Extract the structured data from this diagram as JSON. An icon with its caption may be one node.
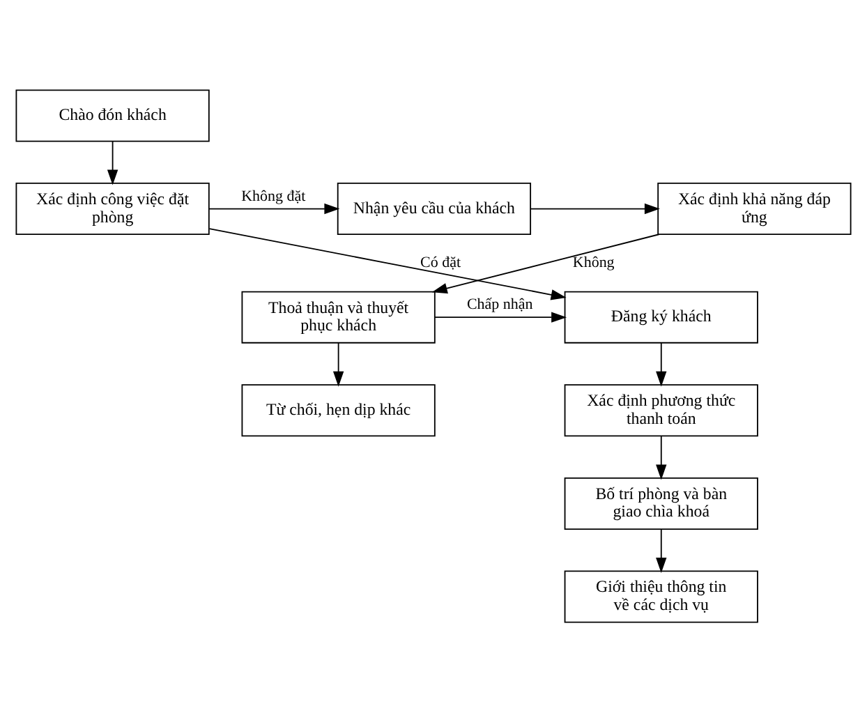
{
  "diagram": {
    "nodes": [
      {
        "text": [
          "Chào đón khách"
        ]
      },
      {
        "text": [
          "Xác định công việc đặt phòng"
        ]
      },
      {
        "text": [
          "Nhận yêu cầu của khách"
        ]
      },
      {
        "text": [
          "Xác định khả năng đáp ứng"
        ]
      },
      {
        "text": [
          "Đăng ký khách"
        ]
      },
      {
        "text": [
          "Thoả thuận và thuyết phục khách"
        ]
      },
      {
        "text": [
          "Xác định phương thức thanh toán"
        ]
      },
      {
        "text": [
          "Từ chối, hẹn dịp khác"
        ]
      },
      {
        "text": [
          "Bố trí phòng và bàn giao chìa khoá"
        ]
      },
      {
        "text": [
          "Giới thiệu thông tin về các dịch vụ"
        ]
      }
    ],
    "edges": [
      {
        "from": 0,
        "to": 1,
        "arrow": "to"
      },
      {
        "from": 1,
        "to": 2,
        "arrow": "to",
        "label": "Không đặt"
      },
      {
        "from": 2,
        "to": 3,
        "arrow": "to"
      },
      {
        "from": 1,
        "to": 4,
        "arrow": "to",
        "label": "Có đặt"
      },
      {
        "from": 3,
        "to": 5,
        "arrow": "to",
        "label": "Không"
      },
      {
        "from": 5,
        "to": 4,
        "arrow": "to",
        "label": "Chấp nhận"
      },
      {
        "from": 5,
        "to": 7,
        "arrow": "to"
      },
      {
        "from": 4,
        "to": 6,
        "arrow": "to"
      },
      {
        "from": 6,
        "to": 8,
        "arrow": "to"
      },
      {
        "from": 8,
        "to": 9,
        "arrow": "to"
      }
    ]
  }
}
